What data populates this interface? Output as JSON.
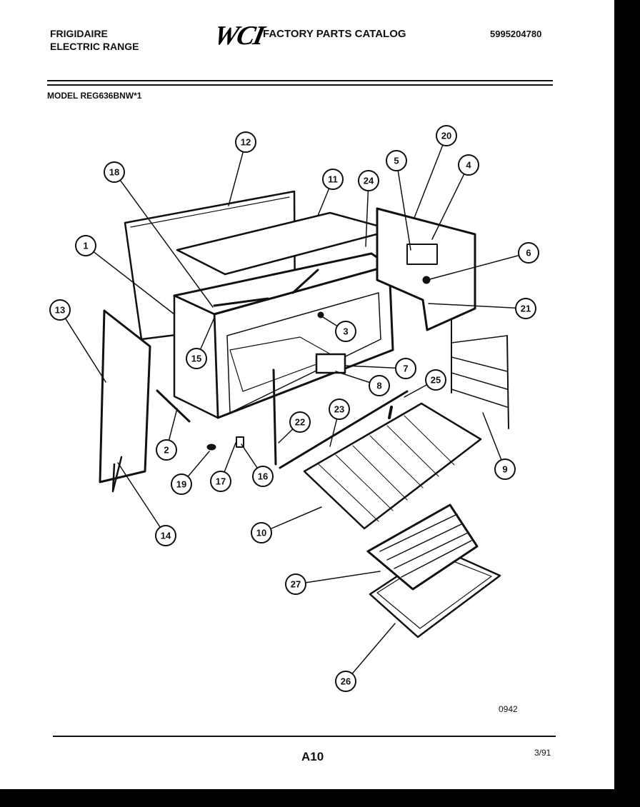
{
  "header": {
    "brand_line1": "FRIGIDAIRE",
    "brand_line2": "ELECTRIC RANGE",
    "logo_text": "WCI",
    "catalog_title": "FACTORY PARTS CATALOG",
    "part_number": "5995204780",
    "model": "MODEL REG636BNW*1"
  },
  "callouts": [
    "1",
    "2",
    "3",
    "4",
    "5",
    "6",
    "7",
    "8",
    "9",
    "10",
    "11",
    "12",
    "13",
    "14",
    "15",
    "16",
    "17",
    "18",
    "19",
    "20",
    "21",
    "22",
    "23",
    "24",
    "25",
    "26",
    "27"
  ],
  "footer": {
    "code": "0942",
    "page_number": "A10",
    "date": "3/91"
  },
  "colors": {
    "ink": "#111111",
    "paper": "#ffffff",
    "border": "#000000"
  }
}
